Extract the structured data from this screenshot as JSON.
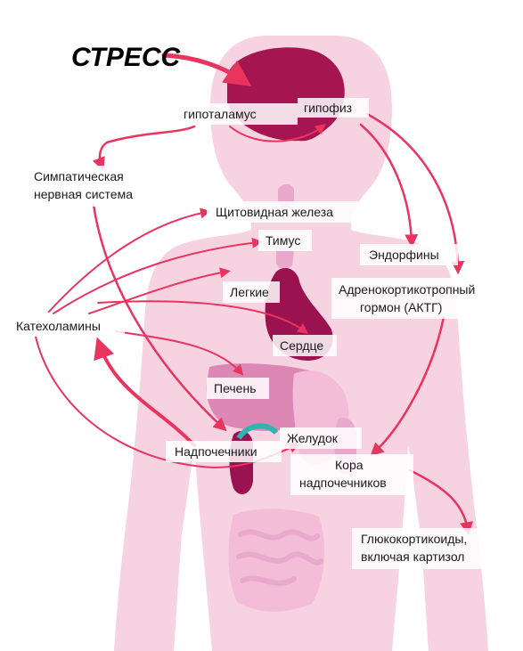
{
  "title": "СТРЕСС",
  "labels": {
    "hypothalamus": "гипоталамус",
    "pituitary": "гипофиз",
    "sympathetic_1": "Симпатическая",
    "sympathetic_2": "нервная система",
    "thyroid": "Щитовидная железа",
    "thymus": "Тимус",
    "endorphins": "Эндорфины",
    "lungs": "Легкие",
    "acth_1": "Адренокортикотропный",
    "acth_2": "гормон (АКТГ)",
    "catecholamines": "Катехоламины",
    "heart": "Сердце",
    "liver": "Печень",
    "stomach": "Желудок",
    "adrenals": "Надпочечники",
    "cortex_1": "Кора",
    "cortex_2": "надпочечников",
    "gluco_1": "Глюкокортикоиды,",
    "gluco_2": "включая картизол"
  },
  "colors": {
    "body_fill": "#f7d3e1",
    "organ_dark": "#9b1250",
    "organ_mid": "#d46ea4",
    "organ_light": "#e9a9cc",
    "brain": "#a51552",
    "arrow": "#e8345f",
    "accent_teal": "#2fb5b0"
  }
}
